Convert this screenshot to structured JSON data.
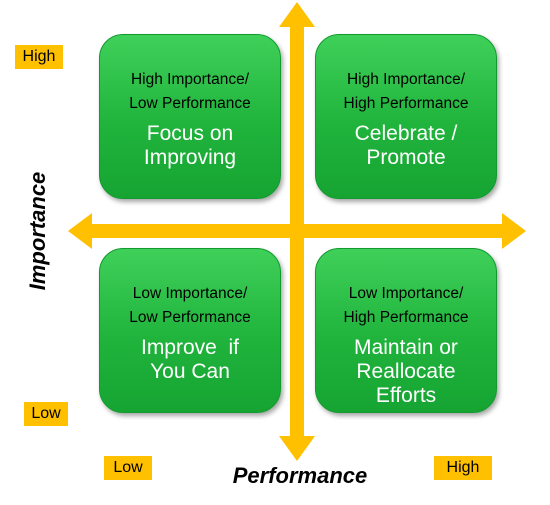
{
  "colors": {
    "arrow": "#FFC000",
    "label_box": "#FFC000",
    "quadrant_fill": "#22B53E",
    "quadrant_text_large": "#FFFFFF",
    "quadrant_text_small": "#000000"
  },
  "axes": {
    "x_title": "Performance",
    "y_title": "Importance",
    "x_low": "Low",
    "x_high": "High",
    "y_low": "Low",
    "y_high": "High"
  },
  "quadrants": {
    "top_left": {
      "line1": "High Importance/",
      "line2": "Low Performance",
      "action_line1": "Focus on",
      "action_line2": "Improving",
      "action_line3": ""
    },
    "top_right": {
      "line1": "High Importance/",
      "line2": "High Performance",
      "action_line1": "Celebrate /",
      "action_line2": "Promote",
      "action_line3": ""
    },
    "bottom_left": {
      "line1": "Low Importance/",
      "line2": "Low Performance",
      "action_line1": "Improve  if",
      "action_line2": "You Can",
      "action_line3": ""
    },
    "bottom_right": {
      "line1": "Low Importance/",
      "line2": "High Performance",
      "action_line1": "Maintain or",
      "action_line2": "Reallocate",
      "action_line3": "Efforts"
    }
  }
}
